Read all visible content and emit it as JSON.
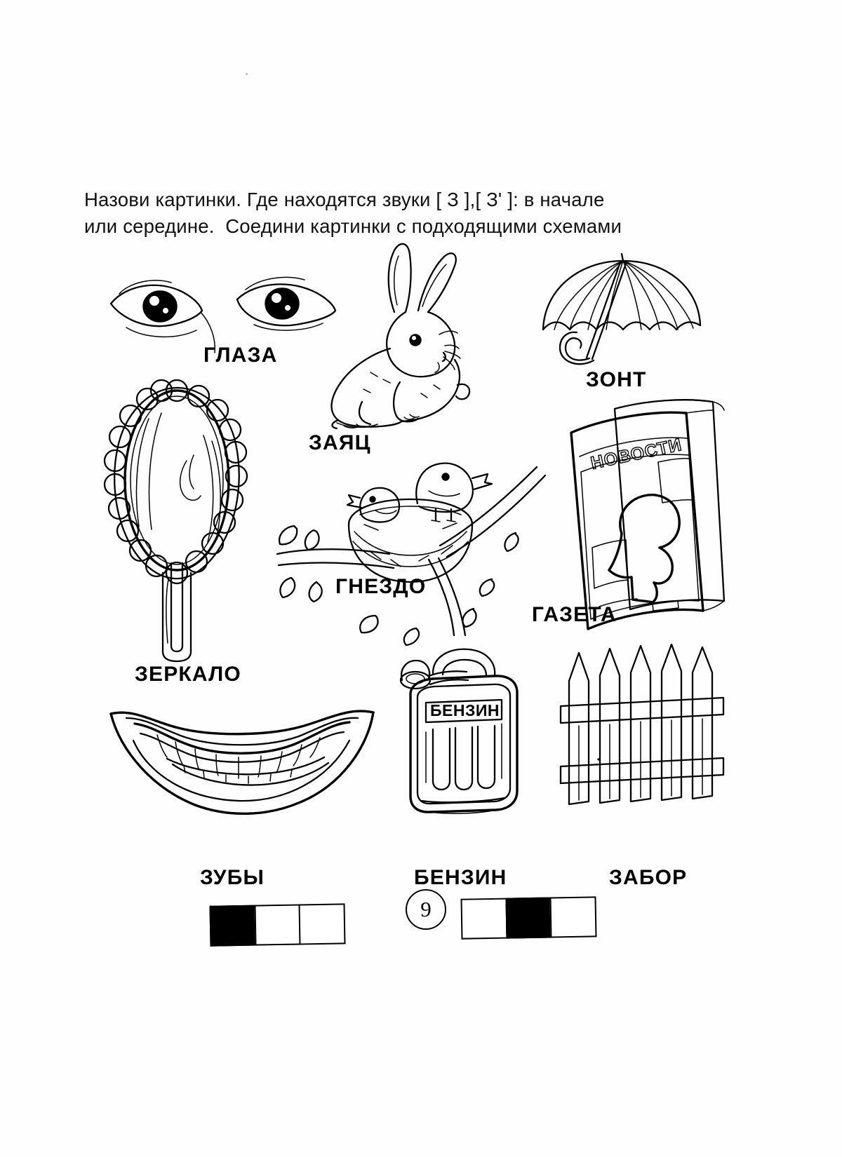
{
  "document": {
    "type": "speech-therapy-worksheet",
    "language": "ru",
    "page_number": "9"
  },
  "instructions": {
    "line1": "Назови картинки. Где находятся звуки [ З ],[ З' ]: в начале",
    "line2": "или середине.  Соедини картинки с подходящими схемами"
  },
  "pictures": [
    {
      "id": "eyes",
      "label": "ГЛАЗА",
      "icon": "eyes-illustration"
    },
    {
      "id": "hare",
      "label": "ЗАЯЦ",
      "icon": "hare-illustration"
    },
    {
      "id": "umbrella",
      "label": "ЗОНТ",
      "icon": "umbrella-illustration"
    },
    {
      "id": "mirror",
      "label": "ЗЕРКАЛО",
      "icon": "hand-mirror-illustration"
    },
    {
      "id": "nest",
      "label": "ГНЕЗДО",
      "icon": "bird-nest-illustration"
    },
    {
      "id": "newspaper",
      "label": "ГАЗЕТА",
      "icon": "newspaper-illustration"
    },
    {
      "id": "teeth",
      "label": "ЗУБЫ",
      "icon": "teeth-illustration"
    },
    {
      "id": "gascan",
      "label": "БЕНЗИН",
      "icon": "gas-can-illustration"
    },
    {
      "id": "fence",
      "label": "ЗАБОР",
      "icon": "fence-illustration"
    }
  ],
  "inline_text": {
    "newspaper_masthead": "НОВОСТИ",
    "gascan_text": "БЕНЗИН"
  },
  "schemas": [
    {
      "id": "schema-sound-at-start",
      "cells": [
        "filled",
        "empty",
        "empty"
      ]
    },
    {
      "id": "schema-sound-in-middle",
      "cells": [
        "empty",
        "filled",
        "empty"
      ]
    }
  ],
  "colors": {
    "ink": "#000000",
    "paper": "#ffffff"
  }
}
